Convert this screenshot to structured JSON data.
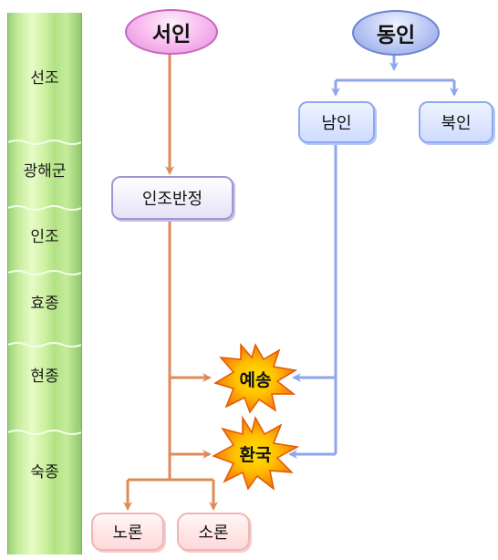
{
  "timeline": {
    "reigns": [
      "선조",
      "광해군",
      "인조",
      "효종",
      "현종",
      "숙종"
    ]
  },
  "factions": {
    "seoin": "서인",
    "dongin": "동인"
  },
  "dongin_split": {
    "namin": "남인",
    "bukin": "북인"
  },
  "events": {
    "injo_coup": "인조반정",
    "yesong": "예송",
    "hwanguk": "환국"
  },
  "seoin_split": {
    "noron": "노론",
    "soron": "소론"
  },
  "colors": {
    "seoin_line": "#dc8c5a",
    "dongin_line": "#8ea6ec",
    "burst_outer": "#f47a10",
    "burst_inner": "#ffd000",
    "timeline_green": "#c6ec9c"
  }
}
